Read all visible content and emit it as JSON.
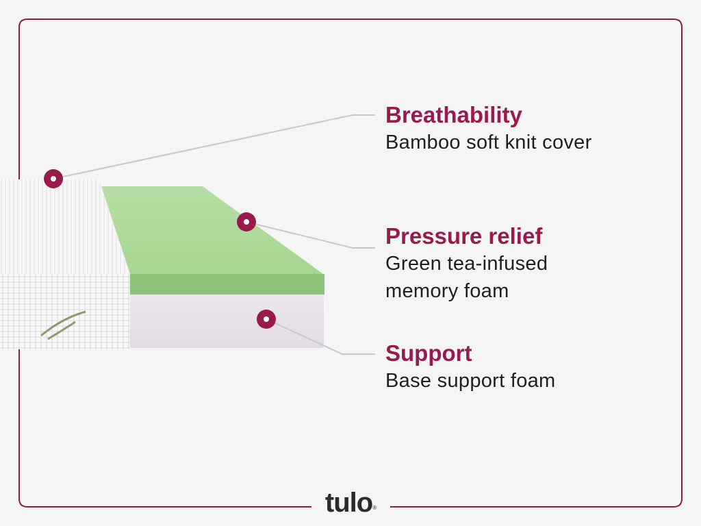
{
  "colors": {
    "accent": "#991b4b",
    "frame": "#8e1c44",
    "leader": "#c9c9c9",
    "green_foam": "#9fd08e",
    "base_foam": "#e6dfe8"
  },
  "features": [
    {
      "title": "Breathability",
      "lines": [
        "Bamboo soft knit cover"
      ]
    },
    {
      "title": "Pressure relief",
      "lines": [
        "Green tea-infused",
        "memory foam"
      ]
    },
    {
      "title": "Support",
      "lines": [
        "Base support foam"
      ]
    }
  ],
  "brand": {
    "logo": "tulo",
    "mark": "®"
  }
}
